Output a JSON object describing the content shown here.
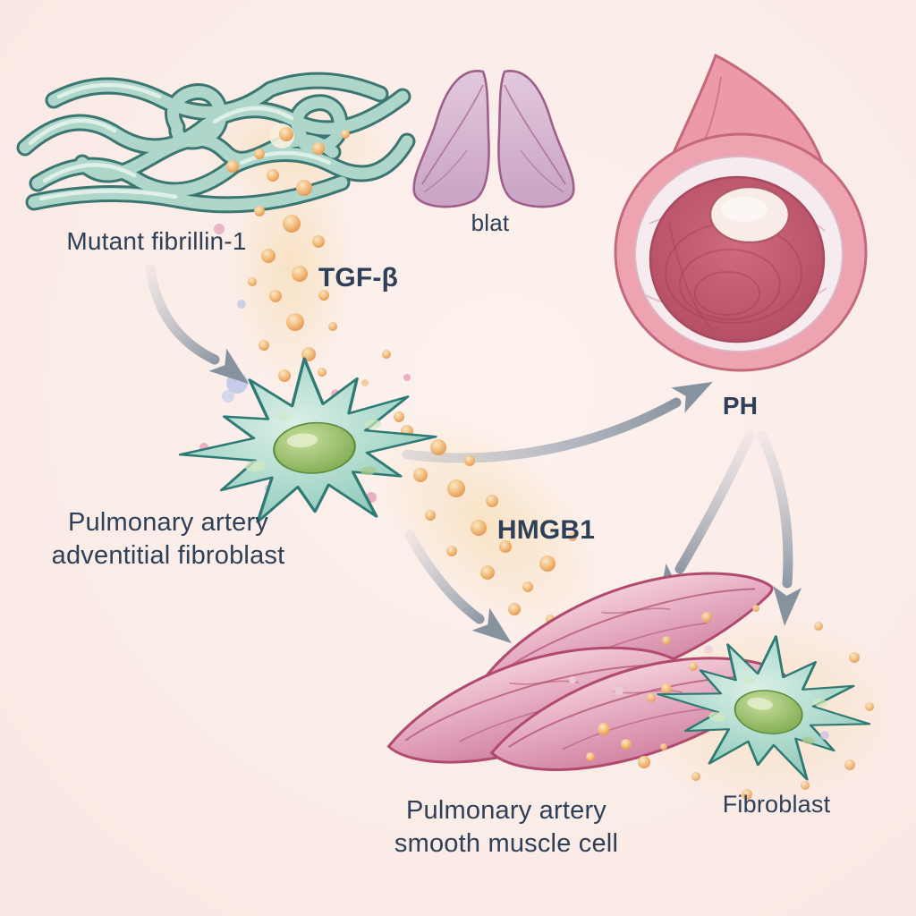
{
  "labels": {
    "mutant_fibrillin": "Mutant fibrillin-1",
    "tgf_beta": "TGF-β",
    "lung": "blat",
    "ph": "PH",
    "adventitial_fibroblast": "Pulmonary artery\nadventitial fibroblast",
    "hmgb1": "HMGB1",
    "smooth_muscle_cell": "Pulmonary artery\nsmooth muscle cell",
    "fibroblast": "Fibroblast"
  },
  "colors": {
    "background": "#fdf2ee",
    "text": "#2e4057",
    "arrow": "#8b95a4",
    "fiber-light": "#aed6ca",
    "fiber-dark": "#3c7672",
    "cell-teal": "#9ed2c6",
    "cell-teal-stroke": "#2f7a74",
    "nucleus-green": "#8cb85e",
    "lung-mauve": "#d5b5cf",
    "lung-stroke": "#a05e8c",
    "vessel-outer": "#eda3b0",
    "vessel-media": "#c25a6f",
    "vessel-ring": "#f6ebee",
    "muscle-pink": "#e3a4bd",
    "muscle-stroke": "#b04a6e",
    "dot-orange": "#eda45c"
  }
}
